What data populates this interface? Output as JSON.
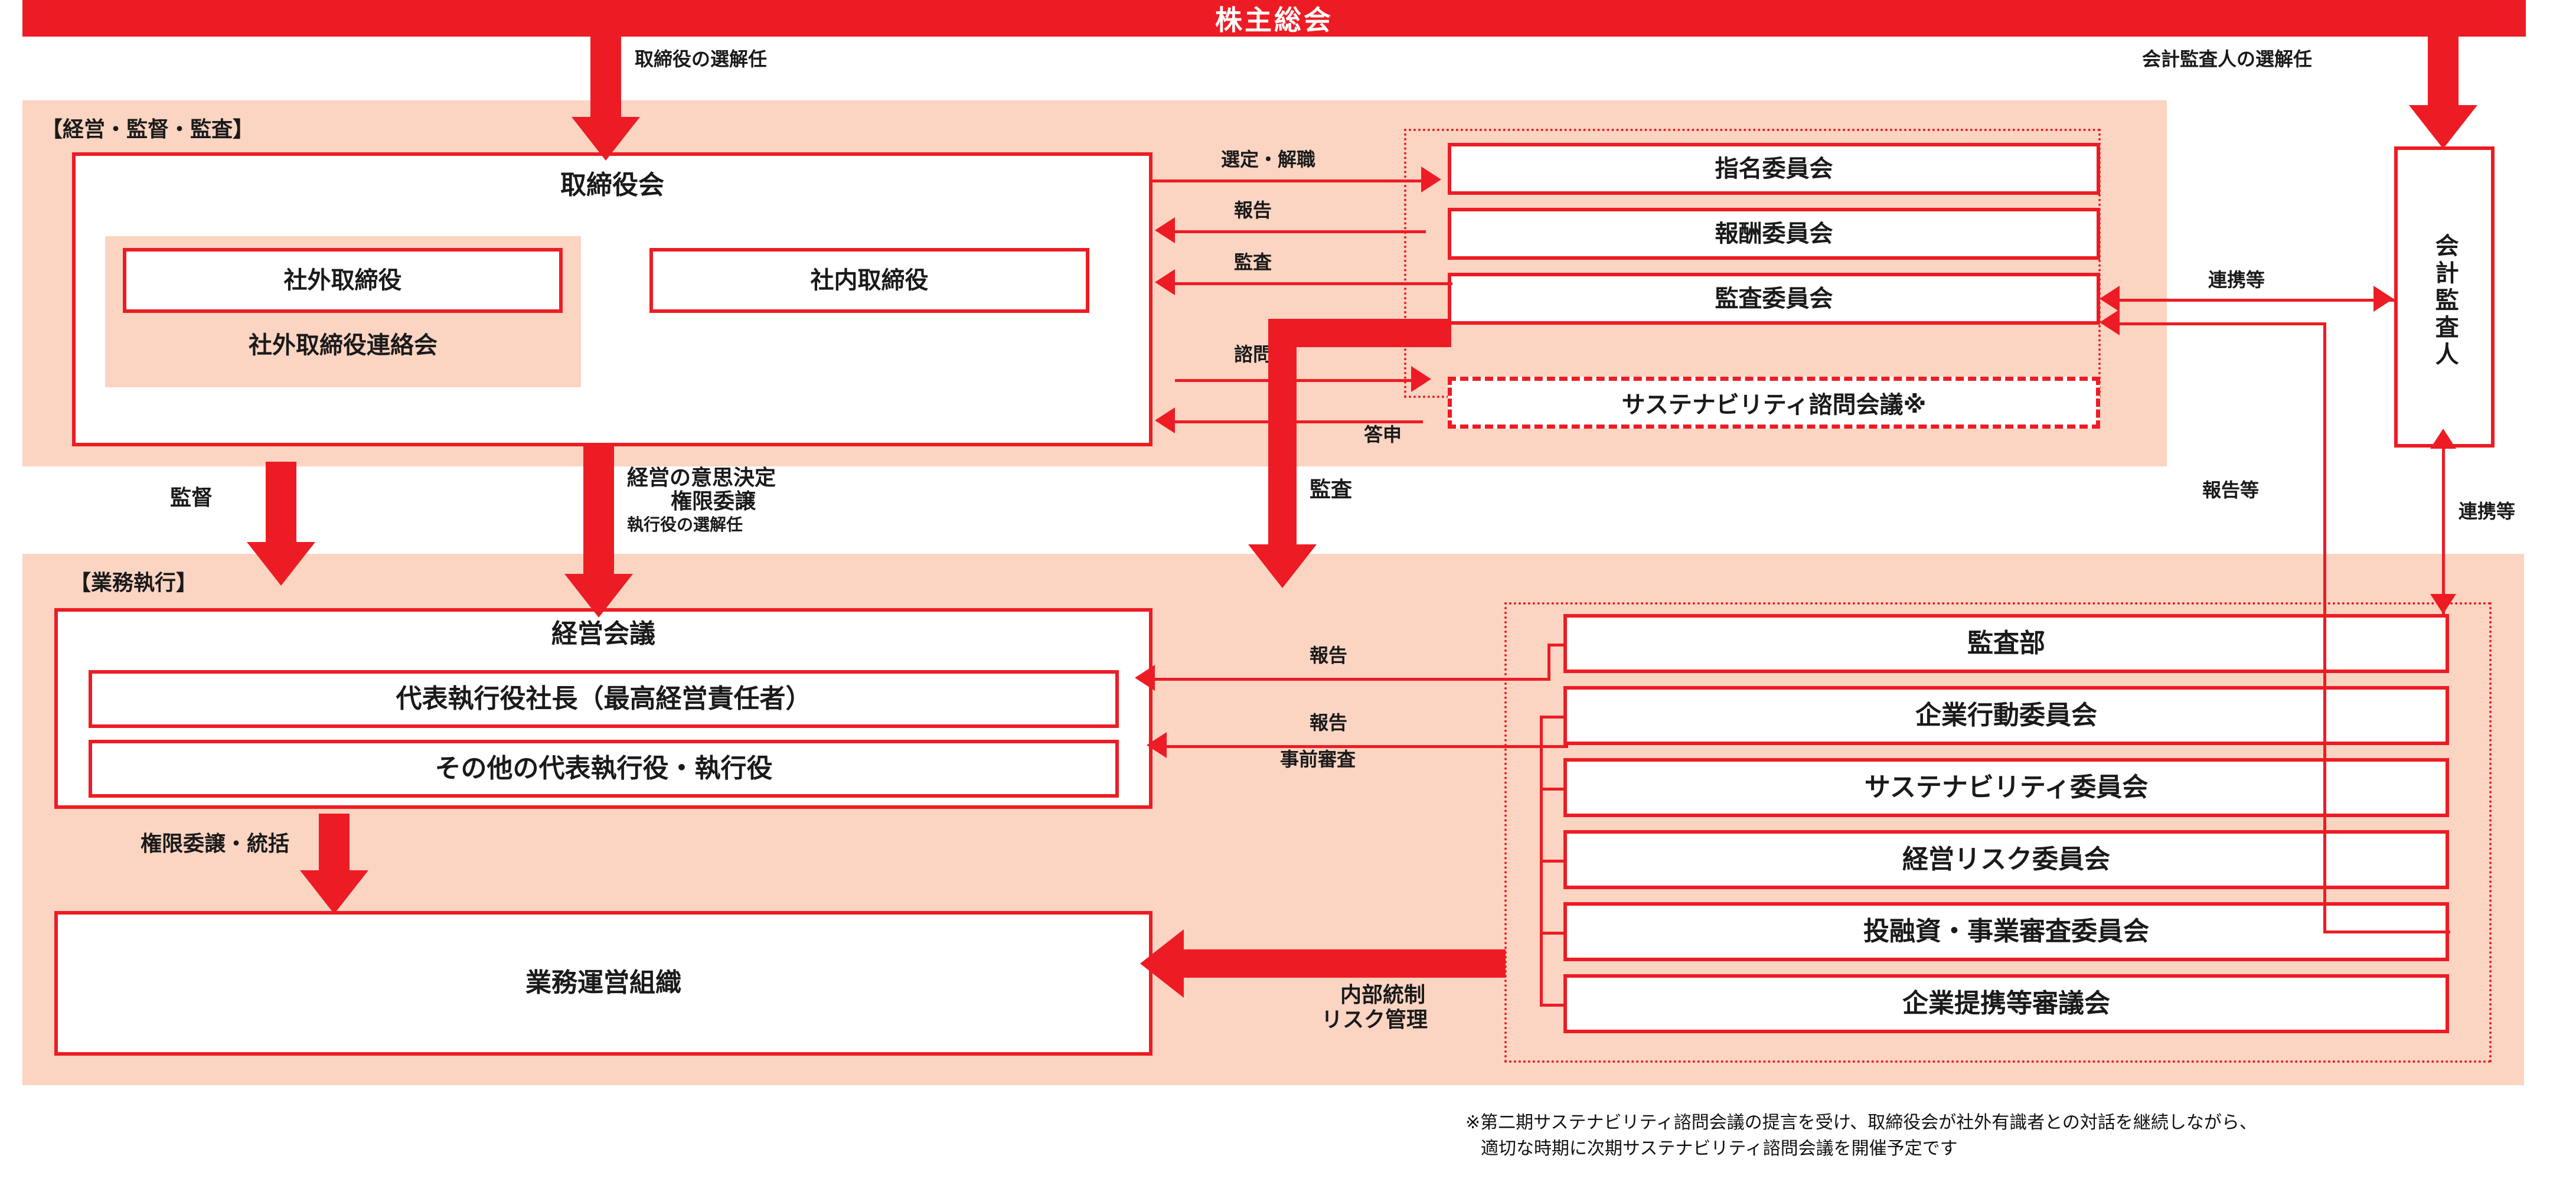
{
  "title_bar": {
    "label": "株主総会"
  },
  "sections": {
    "governance": {
      "label": "【経営・監督・監査】"
    },
    "execution": {
      "label": "【業務執行】"
    }
  },
  "boxes": {
    "board": "取締役会",
    "outside_directors": "社外取締役",
    "inside_directors": "社内取締役",
    "outside_directors_liaison": "社外取締役連絡会",
    "nomination_committee": "指名委員会",
    "compensation_committee": "報酬委員会",
    "audit_committee": "監査委員会",
    "sustainability_advisory": "サステナビリティ諮問会議※",
    "accounting_auditor": "会計監査人",
    "management_meeting": "経営会議",
    "president_ceo": "代表執行役社長（最高経営責任者）",
    "other_executives": "その他の代表執行役・執行役",
    "operating_org": "業務運営組織",
    "audit_dept": "監査部",
    "corporate_conduct_committee": "企業行動委員会",
    "sustainability_committee": "サステナビリティ委員会",
    "management_risk_committee": "経営リスク委員会",
    "investment_loan_committee": "投融資・事業審査委員会",
    "business_alliance_council": "企業提携等審議会"
  },
  "edge_labels": {
    "director_appointment": "取締役の選解任",
    "auditor_appointment": "会計監査人の選解任",
    "selection_dismissal": "選定・解職",
    "report_to_board": "報告",
    "audit_to_board": "監査",
    "consultation": "諮問",
    "reply": "答申",
    "supervision": "監督",
    "decision_delegation_line1": "経営の意思決定",
    "decision_delegation_line2": "権限委譲",
    "executive_appointment": "執行役の選解任",
    "audit_thick": "監査",
    "cooperation_upper": "連携等",
    "cooperation_lower": "連携等",
    "report_etc": "報告等",
    "report_upper": "報告",
    "report_lower": "報告",
    "prior_review": "事前審査",
    "delegation_supervision": "権限委譲・統括",
    "internal_control_line1": "内部統制",
    "internal_control_line2": "リスク管理"
  },
  "footnote": {
    "line1": "※第二期サステナビリティ諮問会議の提言を受け、取締役会が社外有識者との対話を継続しながら、",
    "line2": "適切な時期に次期サステナビリティ諮問会議を開催予定です"
  },
  "colors": {
    "red": "#ED1C24",
    "pink": "#FBD4C2",
    "white": "#FFFFFF",
    "text": "#1A1A1A"
  }
}
